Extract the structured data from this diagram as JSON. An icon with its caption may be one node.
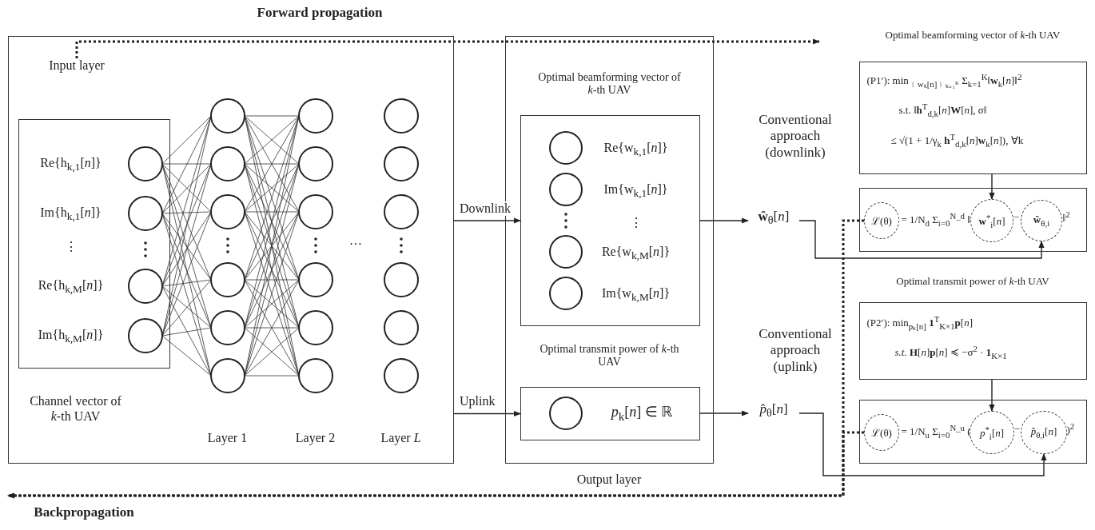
{
  "diagram": {
    "nodes": [
      {
        "text": [
          "Layer 1",
          "Layer 2",
          "Layer *L*"
        ]
      },
      {
        "text": [
          "Input layer"
        ],
        "in": 0
      },
      {
        "text": [
          "Re{h$_{k,1}$[*n*]}",
          "Im{h$_{k,1}$[*n*]}",
          "⋮",
          "Re{h$_{k,M}$[*n*]}",
          "Im{h$_{k,M}$[*n*]}"
        ],
        "in": 0,
        "beside": [
          "Channel vector of *k*-th UAV"
        ]
      },
      {
        "text": [
          "Output layer"
        ]
      },
      {
        "text": [
          "Optimal beamforming vector of *k*-th UAV",
          "Re{w$_{k,1}$[*n*]}",
          "Im{w$_{k,1}$[*n*]}",
          "⋮",
          "Re{w$_{k,M}$[*n*]}",
          "Im{w$_{k,M}$[*n*]}"
        ],
        "in": 3
      },
      {
        "text": [
          "Optimal transmit power of *k*-th UAV",
          "*p*$_{k}$[*n*] ∈ ℝ"
        ],
        "in": 3
      },
      {
        "text": [
          "**ŵ**$_{θ}$[*n*]"
        ]
      },
      {
        "text": [
          "*p̂*$_{θ}$[*n*]"
        ]
      },
      {
        "text": [
          "Optimal beamforming vector of *k*-th UAV",
          "(P1′): min$_{﹛wₖ[n]﹜ₖ₌₁ᴷ}$ Σ$_{k=1}$$^{K}$‖**w**$_{k}$[*n*]‖$^{2}$",
          "s.t. ‖**h**$^{T}$$_{d,k}$[*n*]**W**[*n*], σ‖",
          "≤ √(1 + 1/γ$_{k}$ **h**$^{T}$$_{d,k}$[*n*]**w**$_{k}$[*n*]), ∀k"
        ]
      },
      {
        "text": [
          "= 1/N$_{d}$ Σ$_{i=0}$$^{N_d}$ ‖",
          "−",
          "‖$^{2}$"
        ]
      },
      {
        "text": [
          "ℒ(θ)"
        ],
        "in": 9
      },
      {
        "text": [
          "**w**$^{*}$$_{i}$[*n*]"
        ],
        "in": 9
      },
      {
        "text": [
          "**ŵ**$_{θ,i}$"
        ],
        "in": 9
      },
      {
        "text": [
          "Optimal transmit power of *k*-th UAV",
          "(P2′): min$_{pₖ[n]}$ **1**$^{T}$$_{K×1}$**p**[*n*]",
          "*s.t.* **H**[*n*]**p**[*n*] ≼ −σ$^{2}$ · **1**$_{K×1}$"
        ]
      },
      {
        "text": [
          "= 1/N$_{u}$ Σ$_{i=0}$$^{N_u}$ (",
          "−",
          ")$^{2}$"
        ]
      },
      {
        "text": [
          "ℒ(θ)"
        ],
        "in": 14
      },
      {
        "text": [
          "*p*$^{*}$$_{i}$[*n*]"
        ],
        "in": 14
      },
      {
        "text": [
          "*p̂*$_{θ,i}$[*n*]"
        ],
        "in": 14
      }
    ],
    "edges": [
      {
        "from": 1,
        "to": null,
        "arrow": "to",
        "style": "dashed"
      },
      {
        "from": 0,
        "to": 4,
        "arrow": "to",
        "label": "Downlink"
      },
      {
        "from": 0,
        "to": 5,
        "arrow": "to",
        "label": "Uplink"
      },
      {
        "from": 4,
        "to": 6,
        "arrow": "to"
      },
      {
        "from": 5,
        "to": 7,
        "arrow": "to"
      },
      {
        "from": 6,
        "to": 12,
        "arrow": "to"
      },
      {
        "from": 7,
        "to": 17,
        "arrow": "to"
      },
      {
        "from": 8,
        "to": 11,
        "arrow": "to"
      },
      {
        "from": 13,
        "to": 16,
        "arrow": "to"
      },
      {
        "from": 10,
        "to": null,
        "arrow": "to",
        "style": "dashed"
      },
      {
        "from": 15,
        "to": null,
        "arrow": "to",
        "style": "dashed"
      }
    ],
    "labels": [
      "Forward propagation",
      "···",
      "Conventional approach (downlink)",
      "Conventional approach (uplink)",
      "Backpropagation"
    ]
  }
}
